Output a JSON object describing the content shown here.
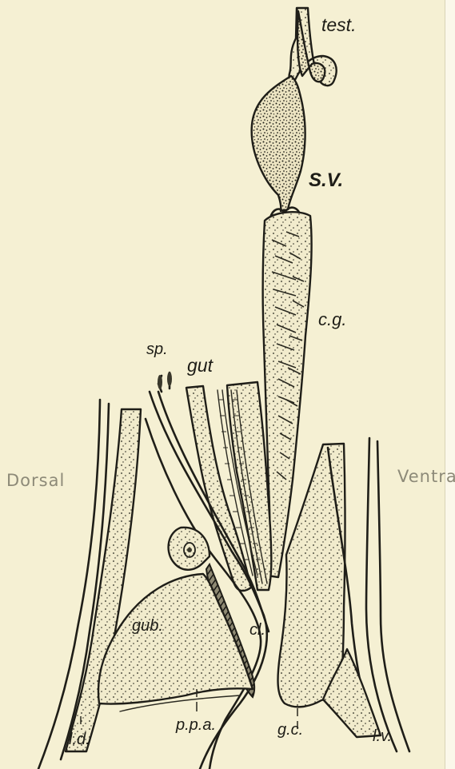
{
  "figure": {
    "labels": {
      "test": "test.",
      "sv": "S.V.",
      "cg": "c.g.",
      "sp": "sp.",
      "gut": "gut",
      "dorsal": "Dorsal",
      "ventral": "Ventra",
      "gub": "gub.",
      "cl": "cl.",
      "ld": "l.d.",
      "ppa": "p.p.a.",
      "gc": "g.c.",
      "lv": "l.v."
    }
  }
}
